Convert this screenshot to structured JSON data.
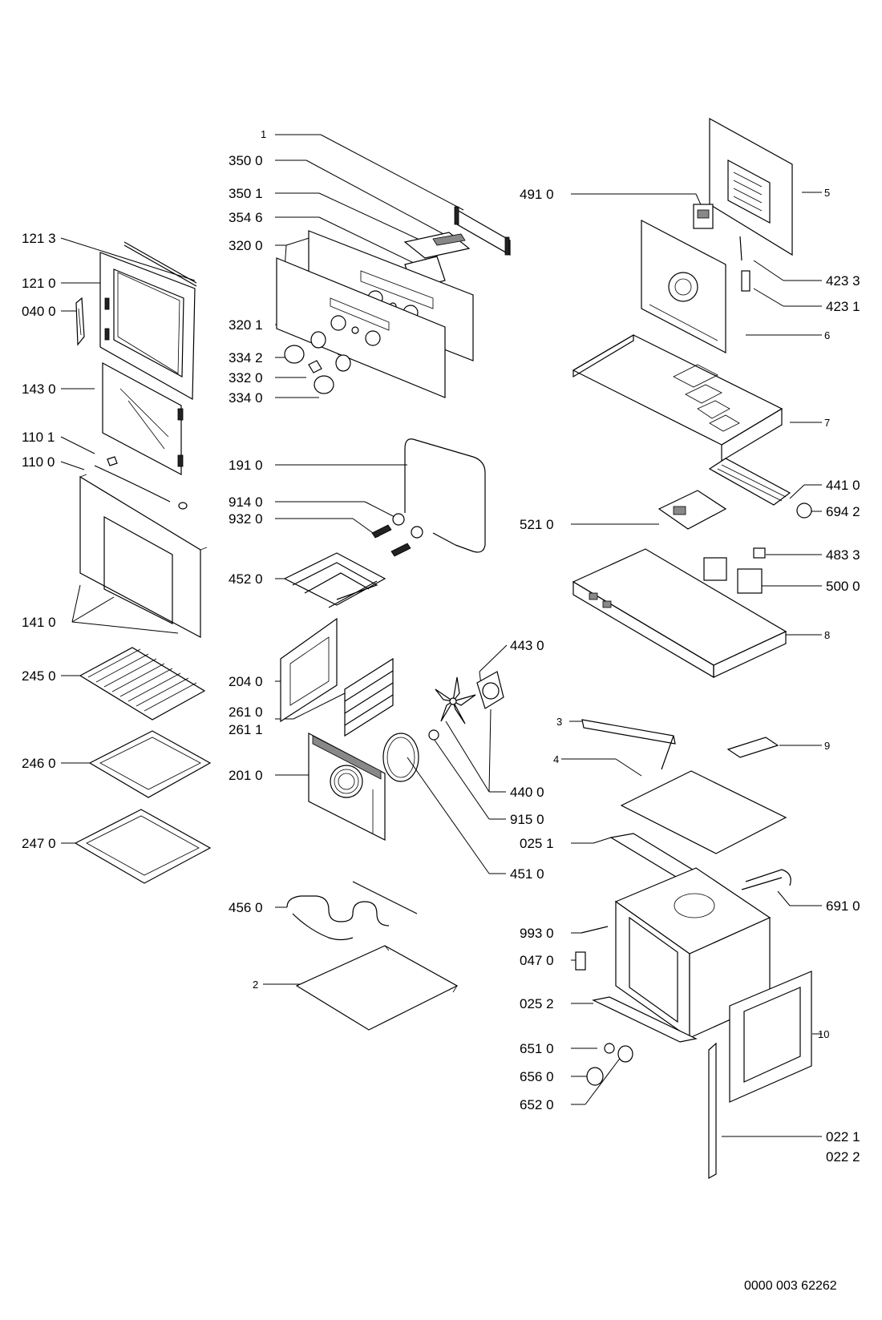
{
  "document_number": "0000 003 62262",
  "labels": [
    {
      "id": "l_1",
      "text": "1"
    },
    {
      "id": "l_3500",
      "text": "350 0"
    },
    {
      "id": "l_3501",
      "text": "350 1"
    },
    {
      "id": "l_3546",
      "text": "354 6"
    },
    {
      "id": "l_3200",
      "text": "320 0"
    },
    {
      "id": "l_3201",
      "text": "320 1"
    },
    {
      "id": "l_3342",
      "text": "334 2"
    },
    {
      "id": "l_3320",
      "text": "332 0"
    },
    {
      "id": "l_3340",
      "text": "334 0"
    },
    {
      "id": "l_1213",
      "text": "121 3"
    },
    {
      "id": "l_1210",
      "text": "121 0"
    },
    {
      "id": "l_0400",
      "text": "040 0"
    },
    {
      "id": "l_1430",
      "text": "143 0"
    },
    {
      "id": "l_1101",
      "text": "110 1"
    },
    {
      "id": "l_1100",
      "text": "110 0"
    },
    {
      "id": "l_1410",
      "text": "141 0"
    },
    {
      "id": "l_2450",
      "text": "245 0"
    },
    {
      "id": "l_2460",
      "text": "246 0"
    },
    {
      "id": "l_2470",
      "text": "247 0"
    },
    {
      "id": "l_1910",
      "text": "191 0"
    },
    {
      "id": "l_9140",
      "text": "914 0"
    },
    {
      "id": "l_9320",
      "text": "932 0"
    },
    {
      "id": "l_4520",
      "text": "452 0"
    },
    {
      "id": "l_2040",
      "text": "204 0"
    },
    {
      "id": "l_2610",
      "text": "261 0"
    },
    {
      "id": "l_2611",
      "text": "261 1"
    },
    {
      "id": "l_2010",
      "text": "201 0"
    },
    {
      "id": "l_4560",
      "text": "456 0"
    },
    {
      "id": "l_2",
      "text": "2"
    },
    {
      "id": "l_4430",
      "text": "443 0"
    },
    {
      "id": "l_4400",
      "text": "440 0"
    },
    {
      "id": "l_9150",
      "text": "915 0"
    },
    {
      "id": "l_4510",
      "text": "451 0"
    },
    {
      "id": "l_4910",
      "text": "491 0"
    },
    {
      "id": "l_5",
      "text": "5"
    },
    {
      "id": "l_4233",
      "text": "423 3"
    },
    {
      "id": "l_4231",
      "text": "423 1"
    },
    {
      "id": "l_6",
      "text": "6"
    },
    {
      "id": "l_7",
      "text": "7"
    },
    {
      "id": "l_4410",
      "text": "441 0"
    },
    {
      "id": "l_6942",
      "text": "694 2"
    },
    {
      "id": "l_5210",
      "text": "521 0"
    },
    {
      "id": "l_4833",
      "text": "483 3"
    },
    {
      "id": "l_5000",
      "text": "500 0"
    },
    {
      "id": "l_8",
      "text": "8"
    },
    {
      "id": "l_3",
      "text": "3"
    },
    {
      "id": "l_9",
      "text": "9"
    },
    {
      "id": "l_4",
      "text": "4"
    },
    {
      "id": "l_0251",
      "text": "025 1"
    },
    {
      "id": "l_6910",
      "text": "691 0"
    },
    {
      "id": "l_9930",
      "text": "993 0"
    },
    {
      "id": "l_0470",
      "text": "047 0"
    },
    {
      "id": "l_0252",
      "text": "025 2"
    },
    {
      "id": "l_6510",
      "text": "651 0"
    },
    {
      "id": "l_6560",
      "text": "656 0"
    },
    {
      "id": "l_6520",
      "text": "652 0"
    },
    {
      "id": "l_10",
      "text": "10"
    },
    {
      "id": "l_0221",
      "text": "022 1"
    },
    {
      "id": "l_0222",
      "text": "022 2"
    }
  ]
}
